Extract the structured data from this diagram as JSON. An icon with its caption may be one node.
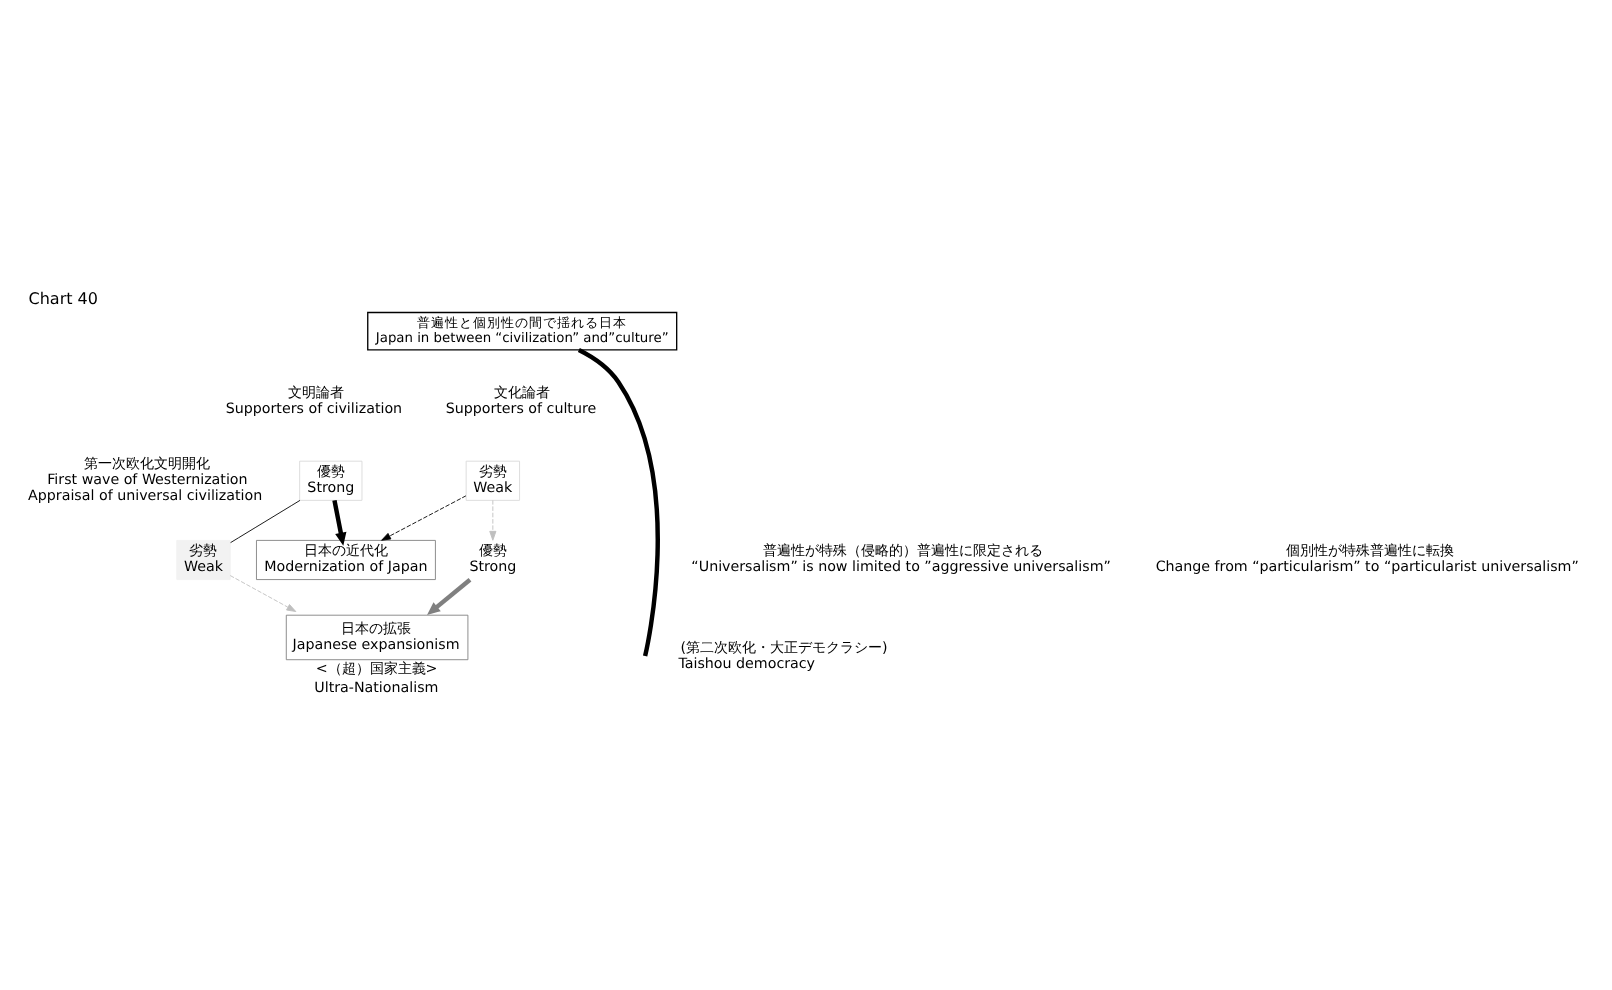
{
  "diagram": {
    "title": "Chart 40",
    "nodes": [
      {
        "text": [
          "普遍性と個別性の間で揺れる日本",
          "Japan in between “civilization” and”culture”"
        ]
      },
      {
        "text": [
          "優勢",
          "Strong"
        ]
      },
      {
        "text": [
          "日本の近代化",
          "Modernization of Japan"
        ]
      },
      {
        "text": [
          "劣勢",
          "Weak"
        ]
      },
      {
        "text": [
          "劣勢",
          "Weak"
        ]
      },
      {
        "text": [
          "優勢",
          "Strong"
        ]
      },
      {
        "text": [
          "日本の拡張",
          "Japanese expansionism"
        ],
        "beside": [
          "<（超）国家主義>",
          "Ultra-Nationalism"
        ]
      }
    ],
    "edges": [
      {
        "from": 1,
        "to": 2,
        "arrow": "to",
        "style": "thick"
      },
      {
        "from": 3,
        "to": 2,
        "arrow": "to",
        "style": "dashed"
      },
      {
        "from": 1,
        "to": 4,
        "arrow": "none"
      },
      {
        "from": 4,
        "to": 6,
        "arrow": "to",
        "style": "dashed",
        "color": "#bfbfbf"
      },
      {
        "from": 3,
        "to": 5,
        "arrow": "to",
        "style": "dashed",
        "color": "#bfbfbf"
      },
      {
        "from": 5,
        "to": 6,
        "arrow": "to",
        "style": "thick",
        "color": "#808080"
      },
      {
        "from": 0,
        "to": null,
        "arrow": "none",
        "style": "thick"
      }
    ],
    "labels": [
      "文明論者",
      "Supporters of civilization",
      "第一次欧化文明開化",
      "First wave of Westernization",
      "Appraisal of universal civilization",
      "文化論者",
      "Supporters of culture",
      "普遍性が特殊（侵略的）普遍性に限定される",
      "“Universalism” is now limited to ”aggressive universalism”",
      "(第二次欧化・大正デモクラシー)",
      "Taishou democracy",
      "個別性が特殊普遍性に転換",
      "Change from “particularism” to “particularist universalism”"
    ]
  }
}
